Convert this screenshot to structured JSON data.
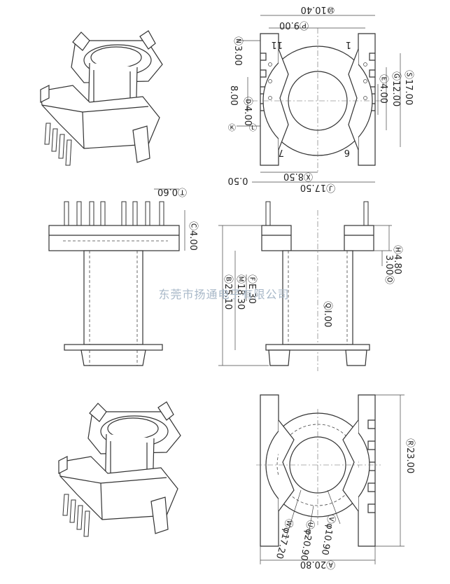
{
  "watermark": "东莞市扬通电子有限公司",
  "top_view": {
    "width_top": "⑩10.40",
    "p_dim": "Ⓟ9.00",
    "n_dim": "Ⓝ3.00",
    "pin_left_top": "11",
    "pin_right_top": "1",
    "pin_left_bottom": "7",
    "pin_right_bottom": "6",
    "d_left": "Ⓓ4.00",
    "k_dim": "8.00",
    "e_right": "Ⓔ4.00",
    "g_right": "Ⓖ12.00",
    "s_right": "Ⓢ17.00",
    "mark_k": "Ⓚ",
    "mark_l": "Ⓛ",
    "x_dim": "Ⓧ8.50",
    "gap": "0.50",
    "j_dim": "Ⓙ17.50"
  },
  "side_view": {
    "t_dim": "Ⓣ0.60",
    "c_dim": "Ⓒ4.00"
  },
  "front_view": {
    "h_dim": "Ⓗ4.80",
    "o_dim": "3.00Ⓞ",
    "b_dim": "Ⓑ25.10",
    "m_dim": "Ⓜ18.30",
    "f_dim": "ⒻE.30",
    "q_dim": "ⓆI.00"
  },
  "bottom_view": {
    "r_dim": "Ⓡ23.00",
    "v_dim": "Ⓥφ10.90",
    "u_dim": "Ⓤφ20.90",
    "w_dim": "Ⓦφ17.20",
    "a_dim": "Ⓐ20.80"
  }
}
